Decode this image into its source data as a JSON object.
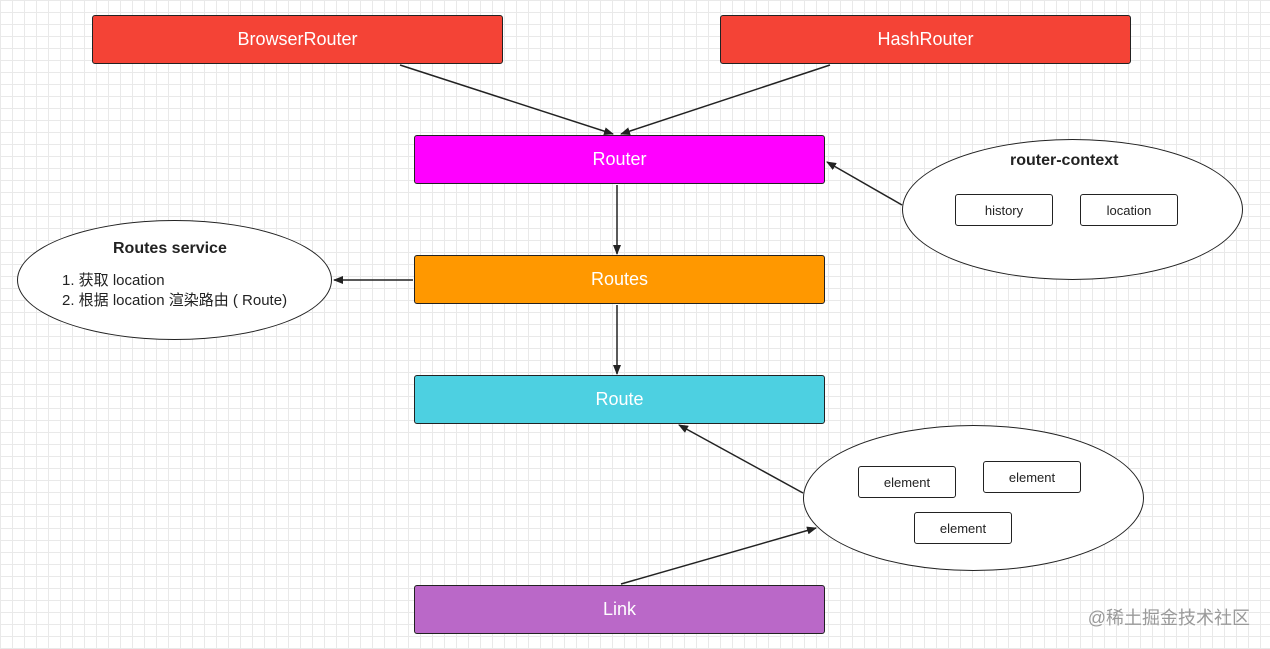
{
  "nodes": {
    "browser_router": "BrowserRouter",
    "hash_router": "HashRouter",
    "router": "Router",
    "routes": "Routes",
    "route": "Route",
    "link": "Link"
  },
  "router_context": {
    "title": "router-context",
    "items": [
      "history",
      "location"
    ]
  },
  "routes_service": {
    "title": "Routes service",
    "lines": [
      "1. 获取 location",
      "2. 根据 location 渲染路由 ( Route)"
    ]
  },
  "element_group": {
    "items": [
      "element",
      "element",
      "element"
    ]
  },
  "watermark": "@稀土掘金技术社区",
  "colors": {
    "browser_router": "#f44336",
    "hash_router": "#f44336",
    "router": "#ff00ff",
    "routes": "#ff9800",
    "route": "#4dd0e1",
    "link": "#ba68c8"
  }
}
